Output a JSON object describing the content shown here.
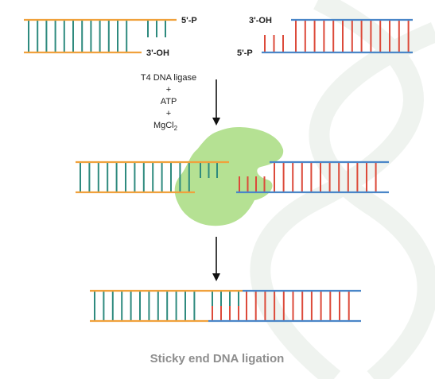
{
  "colors": {
    "strand_a_backbone": "#f0a13c",
    "strand_a_rungs": "#2e8a7e",
    "strand_b_backbone": "#4a86c8",
    "strand_b_rungs": "#dc4a3a",
    "ligase": "#a8dc80",
    "background_helix": "#eef2ee",
    "caption": "#8e8e8e"
  },
  "labels": {
    "left_five_prime": "5'-P",
    "left_three_prime": "3'-OH",
    "right_three_prime": "3'-OH",
    "right_five_prime": "5'-P"
  },
  "conditions": {
    "enzyme": "T4 DNA ligase",
    "plus_1": "+",
    "atp": "ATP",
    "plus_2": "+",
    "mgcl2": "MgCl",
    "mgcl2_subscript": "2"
  },
  "caption": "Sticky end DNA ligation"
}
